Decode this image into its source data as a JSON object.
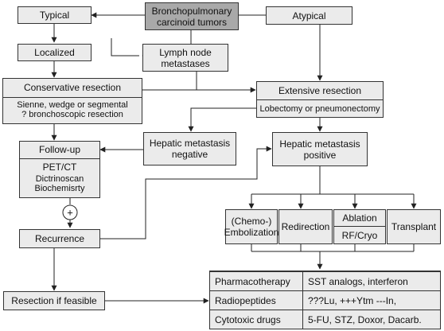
{
  "title_box": [
    "Bronchopulmonary",
    "carcinoid tumors"
  ],
  "typical": "Typical",
  "atypical": "Atypical",
  "localized": "Localized",
  "lymph_node": [
    "Lymph node",
    "metastases"
  ],
  "conservative": {
    "title": "Conservative resection",
    "lines": [
      "Sienne, wedge or segmental",
      "? bronchoscopic resection"
    ]
  },
  "extensive": {
    "title": "Extensive resection",
    "sub": "Lobectomy or pneumonectomy"
  },
  "follow_up": {
    "title": "Follow-up",
    "petct": "PET/CT",
    "lines": [
      "Dictrinoscan",
      "Biochemisrty"
    ]
  },
  "hepatic_neg": [
    "Hepatic metastasis",
    "negative"
  ],
  "hepatic_pos": [
    "Hepatic metastasis",
    "positive"
  ],
  "plus_symbol": "+",
  "recurrence": "Recurrence",
  "resection_feasible": "Resection if feasible",
  "treatments": {
    "chemo": [
      "(Chemo-)",
      "Embolization"
    ],
    "redirection": "Redirection",
    "ablation": [
      "Ablation",
      "RF/Cryo"
    ],
    "transplant": "Transplant"
  },
  "therapy_table": [
    {
      "name": "Pharmacotherapy",
      "detail": "SST analogs, interferon"
    },
    {
      "name": "Radiopeptides",
      "detail": "???Lu, +++Ytm ---In,"
    },
    {
      "name": "Cytotoxic drugs",
      "detail": "5-FU, STZ, Doxor, Dacarb."
    }
  ]
}
